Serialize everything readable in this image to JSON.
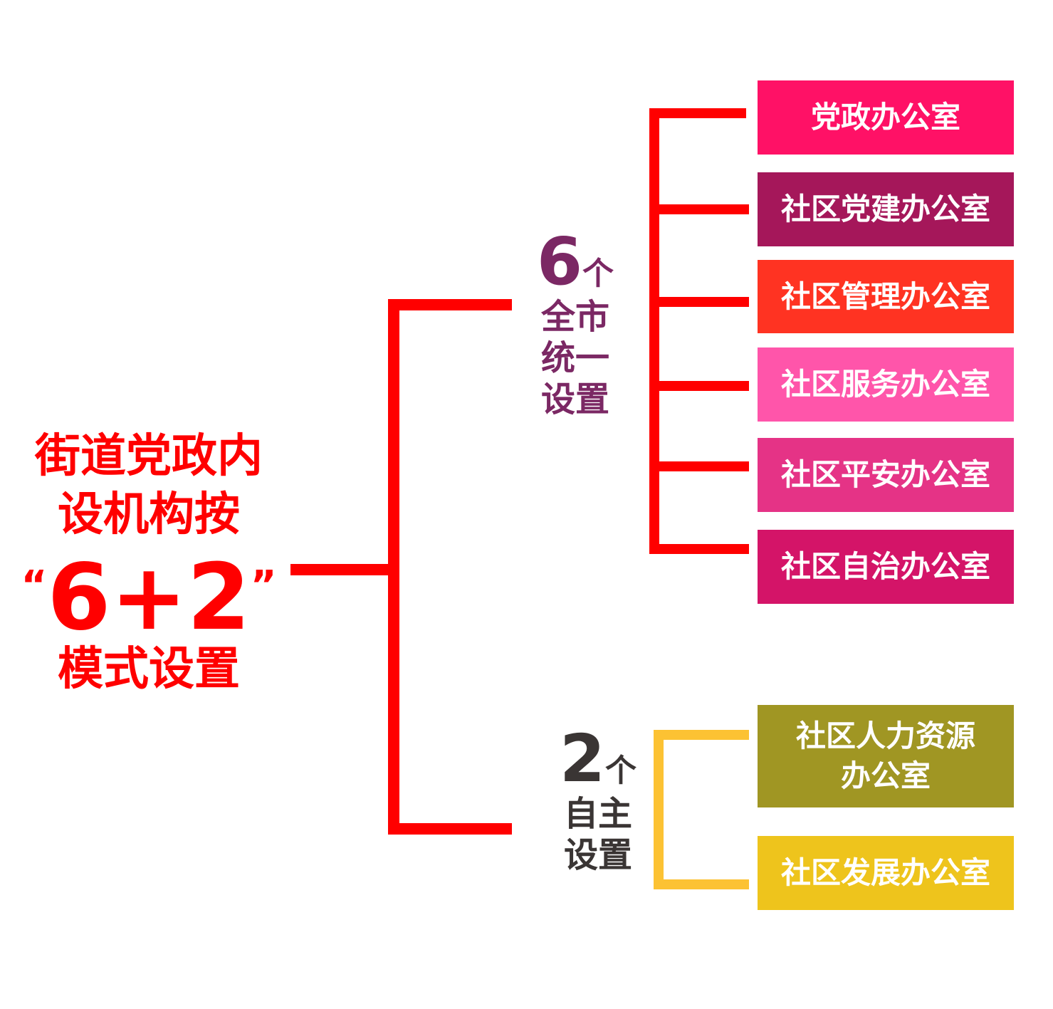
{
  "root": {
    "line1": "街道党政内",
    "line2": "设机构按",
    "quote_open": "“",
    "formula": "6+2",
    "quote_close": "”",
    "line4": "模式设置"
  },
  "groups": [
    {
      "number": "6",
      "unit": "个",
      "line1": "全市",
      "line2": "统一",
      "line3": "设置"
    },
    {
      "number": "2",
      "unit": "个",
      "line1": "自主",
      "line2": "设置"
    }
  ],
  "offices_unified": [
    {
      "label": "党政办公室",
      "color": "#ff1166"
    },
    {
      "label": "社区党建办公室",
      "color": "#a5175a"
    },
    {
      "label": "社区管理办公室",
      "color": "#ff3322"
    },
    {
      "label": "社区服务办公室",
      "color": "#ff55aa"
    },
    {
      "label": "社区平安办公室",
      "color": "#e53386"
    },
    {
      "label": "社区自治办公室",
      "color": "#d41468"
    }
  ],
  "offices_custom": [
    {
      "label_line1": "社区人力资源",
      "label_line2": "办公室",
      "color": "#a09623"
    },
    {
      "label": "社区发展办公室",
      "color": "#eec41c"
    }
  ],
  "colors": {
    "connector_red": "#ff0000",
    "connector_gold": "#fcc233",
    "root_text": "#ff0000",
    "group1_text": "#7b2864",
    "group2_text": "#3a3534"
  }
}
